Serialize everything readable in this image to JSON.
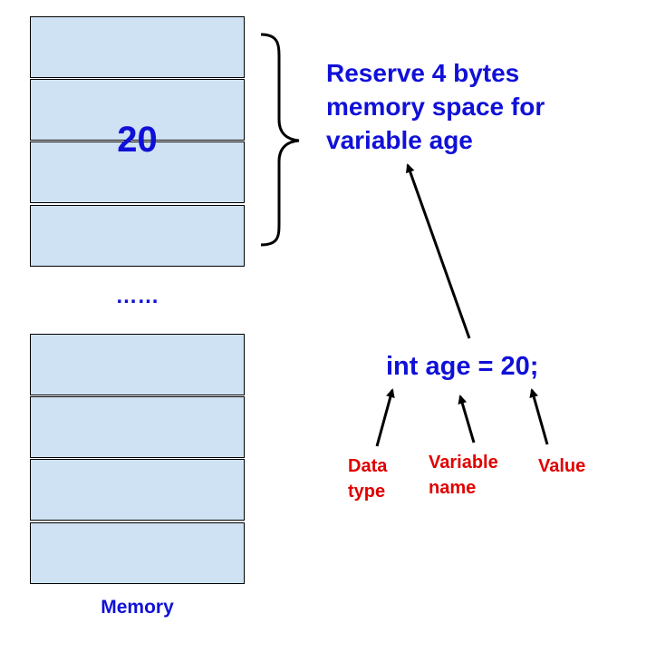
{
  "memory": {
    "value": "20",
    "ellipsis": "……",
    "caption": "Memory"
  },
  "annotation": {
    "reserve_line1": "Reserve 4 bytes",
    "reserve_line2": "memory space for",
    "reserve_line3": "variable age"
  },
  "code": {
    "statement": "int age = 20;"
  },
  "labels": {
    "data_type_line1": "Data",
    "data_type_line2": "type",
    "variable_name_line1": "Variable",
    "variable_name_line2": "name",
    "value": "Value"
  },
  "colors": {
    "cell_fill": "#cfe2f3",
    "blue_text": "#1010d8",
    "red_text": "#e00000",
    "arrow": "#000000"
  }
}
